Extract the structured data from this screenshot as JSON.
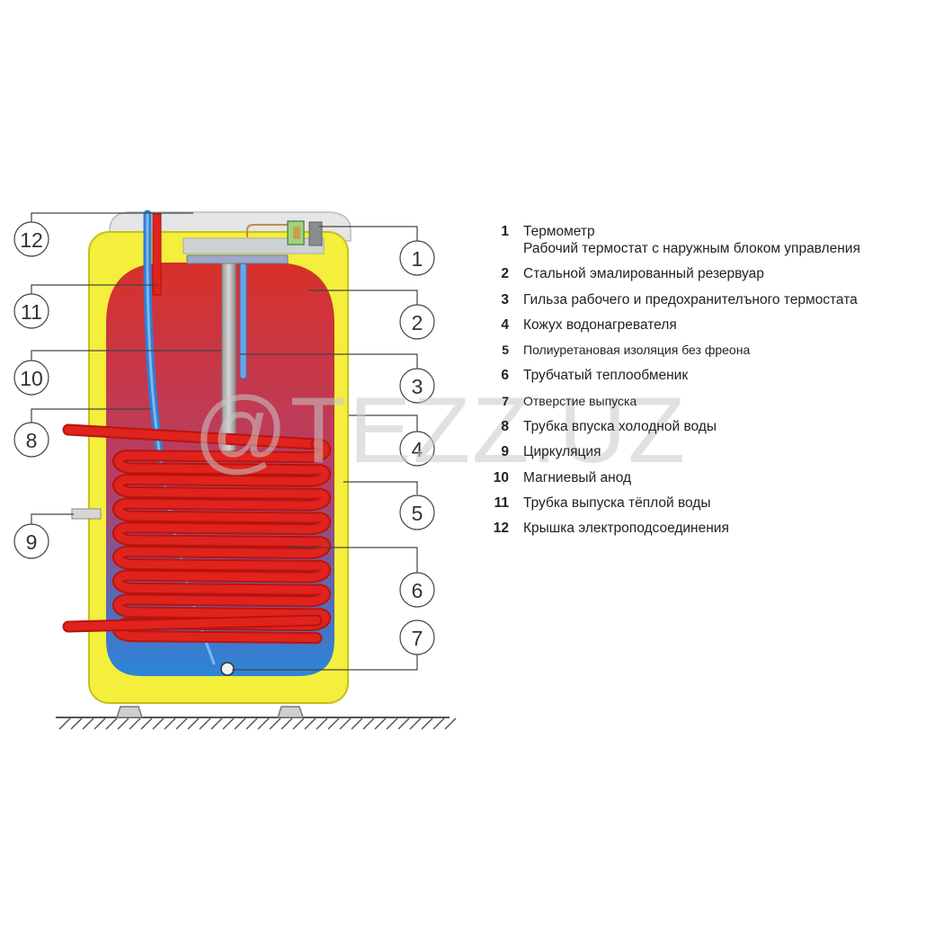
{
  "callouts": {
    "c1": "1",
    "c2": "2",
    "c3": "3",
    "c4": "4",
    "c5": "5",
    "c6": "6",
    "c7": "7",
    "c8": "8",
    "c9": "9",
    "c10": "10",
    "c11": "11",
    "c12": "12"
  },
  "legend": [
    {
      "num": "1",
      "lines": [
        "Термометр",
        "Рабочий термостат с наружным блоком управления"
      ]
    },
    {
      "num": "2",
      "lines": [
        "Стальной эмалированный резервуар"
      ]
    },
    {
      "num": "3",
      "lines": [
        "Гильза рабочего и предохранителъного термостата"
      ]
    },
    {
      "num": "4",
      "lines": [
        "Кожух водонагревателя"
      ]
    },
    {
      "num": "5",
      "lines": [
        "Полиуретановая изоляция без фреона"
      ]
    },
    {
      "num": "6",
      "lines": [
        "Трубчатый теплообменик"
      ]
    },
    {
      "num": "7",
      "lines": [
        "Отверстие выпуска"
      ]
    },
    {
      "num": "8",
      "lines": [
        "Трубка впуска холодной воды"
      ]
    },
    {
      "num": "9",
      "lines": [
        "Циркуляция"
      ]
    },
    {
      "num": "10",
      "lines": [
        "Магниевый анод"
      ]
    },
    {
      "num": "11",
      "lines": [
        "Трубка выпуска тёплой воды"
      ]
    },
    {
      "num": "12",
      "lines": [
        "Крышка электроподсоединения"
      ]
    }
  ],
  "watermark": "@TEZZ.UZ",
  "colors": {
    "insulation": "#f4ee3c",
    "tank_hot": "#d8302a",
    "tank_cold": "#2b86d9",
    "coil": "#e0231d",
    "pipe": "#2f7fd6",
    "cover": "#e4e6e8"
  }
}
